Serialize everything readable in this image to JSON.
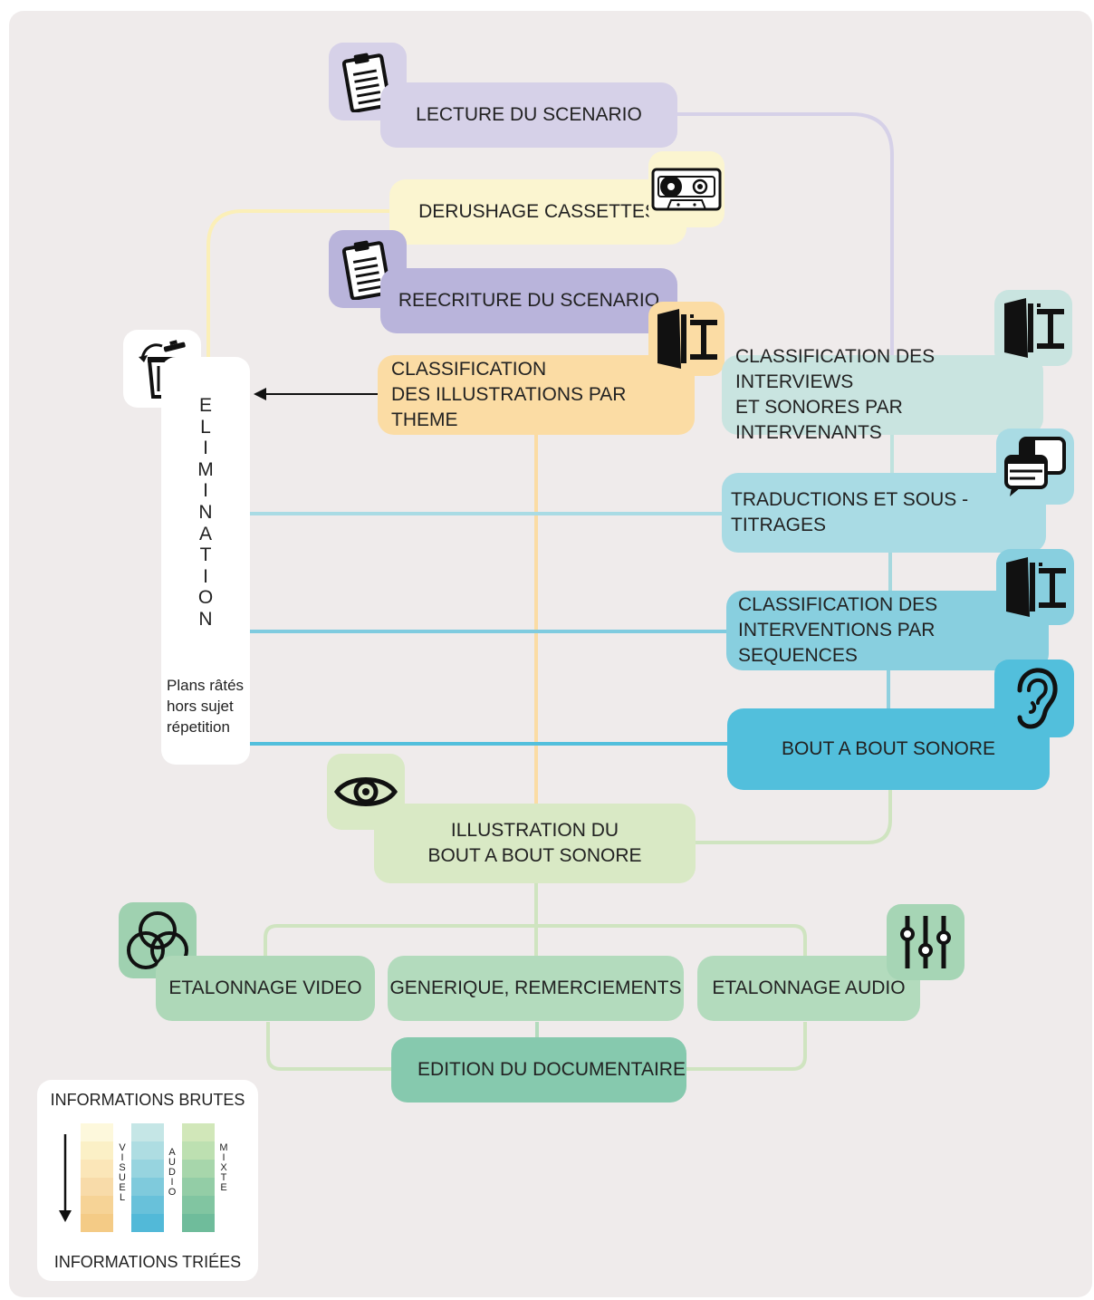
{
  "nodes": {
    "lecture": {
      "label": "LECTURE DU SCENARIO",
      "icon": "clipboard-icon",
      "color": "#d6d1e8",
      "tab_color": "#d6d1e8"
    },
    "derushage": {
      "label": "DERUSHAGE CASSETTES",
      "icon": "cassette-icon",
      "color": "#fbf5d0",
      "tab_color": "#fbf5d0"
    },
    "reecriture": {
      "label": "REECRITURE DU SCENARIO",
      "icon": "clipboard-icon",
      "color": "#b9b4db",
      "tab_color": "#b9b4db"
    },
    "classif_illus": {
      "label": "CLASSIFICATION\nDES ILLUSTRATIONS PAR THEME",
      "icon": "film-splicer-icon",
      "color": "#fbdca4",
      "tab_color": "#fbdca4"
    },
    "classif_interviews": {
      "label": "CLASSIFICATION DES INTERVIEWS\nET SONORES PAR INTERVENANTS",
      "icon": "film-splicer-icon",
      "color": "#c9e4e0",
      "tab_color": "#c9e4e0"
    },
    "traductions": {
      "label": "TRADUCTIONS ET SOUS - TITRAGES",
      "icon": "speech-bubbles-icon",
      "color": "#a9dbe4",
      "tab_color": "#a9dbe4"
    },
    "classif_sequences": {
      "label": "CLASSIFICATION DES\nINTERVENTIONS PAR SEQUENCES",
      "icon": "film-splicer-icon",
      "color": "#88cfdf",
      "tab_color": "#88cfdf"
    },
    "bout": {
      "label": "BOUT A BOUT SONORE",
      "icon": "ear-icon",
      "color": "#52bfdc",
      "tab_color": "#52bfdc"
    },
    "illustration": {
      "label": "ILLUSTRATION DU\nBOUT A BOUT SONORE",
      "icon": "eye-icon",
      "color": "#d9e9c5",
      "tab_color": "#d9e9c5"
    },
    "etal_video": {
      "label": "ETALONNAGE VIDEO",
      "icon": "color-circles-icon",
      "color": "#aed8b8",
      "tab_color": "#9fd1b0"
    },
    "generique": {
      "label": "GENERIQUE, REMERCIEMENTS",
      "color": "#b3dbbd"
    },
    "etal_audio": {
      "label": "ETALONNAGE AUDIO",
      "icon": "sliders-icon",
      "color": "#b3dbbd",
      "tab_color": "#a6d5b5"
    },
    "edition": {
      "label": "EDITION DU DOCUMENTAIRE",
      "color": "#86c9ae"
    }
  },
  "elimination": {
    "icon": "trash-icon",
    "title": "ELIMINATION",
    "notes": "Plans râtés\nhors sujet\nrépetition"
  },
  "legend": {
    "top_label": "INFORMATIONS BRUTES",
    "bottom_label": "INFORMATIONS TRIÉES",
    "arrow_icon": "arrow-down-icon",
    "scales": [
      {
        "name": "VISUEL",
        "colors": [
          "#fdf8dc",
          "#fbf0c6",
          "#fbe6b8",
          "#f8dba9",
          "#f6d396",
          "#f4cb86"
        ]
      },
      {
        "name": "AUDIO",
        "colors": [
          "#c5e6e6",
          "#aedde2",
          "#97d4df",
          "#7fcadc",
          "#68c1da",
          "#52b9d8"
        ]
      },
      {
        "name": "MIXTE",
        "colors": [
          "#d1e7b9",
          "#bde0b1",
          "#a7d6ab",
          "#93cda6",
          "#81c5a1",
          "#6fbc9b"
        ]
      }
    ]
  },
  "colors": {
    "background": "#efebeb",
    "wire_lavender": "#d6d1e8",
    "wire_yellow": "#fbefb8",
    "wire_orange": "#fbdca4",
    "wire_teal": "#bfe2de",
    "wire_blue": "#7cc9de",
    "wire_green": "#cfe4c0"
  }
}
